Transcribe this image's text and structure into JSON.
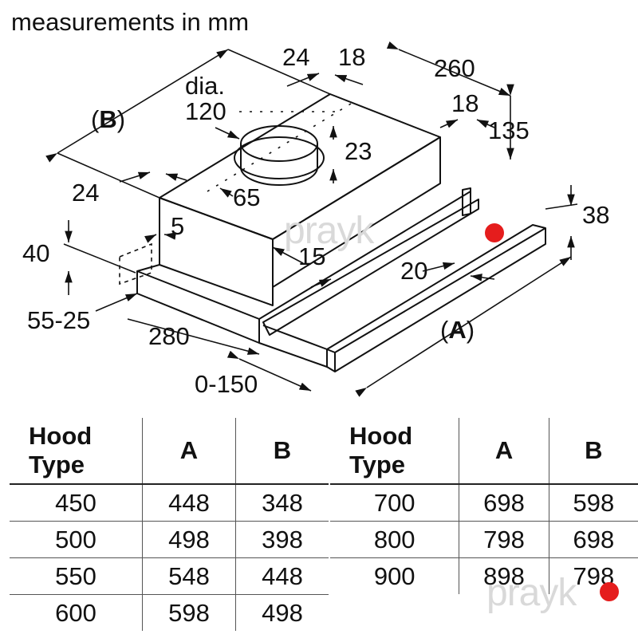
{
  "header": {
    "text": "measurements in mm"
  },
  "dimensions": {
    "d24_top": "24",
    "d18_top": "18",
    "d260": "260",
    "dia_word": "dia.",
    "dia_value": "120",
    "d18_right": "18",
    "d135": "135",
    "d23": "23",
    "d24_left": "24",
    "d65": "65",
    "d5": "5",
    "d38": "38",
    "d40": "40",
    "d15": "15",
    "d20": "20",
    "d55_25": "55-25",
    "d280": "280",
    "d0_150": "0-150",
    "label_A": "A",
    "label_B": "B"
  },
  "tables": [
    {
      "headers": [
        "Hood\nType",
        "A",
        "B"
      ],
      "rows": [
        [
          "450",
          "448",
          "348"
        ],
        [
          "500",
          "498",
          "398"
        ],
        [
          "550",
          "548",
          "448"
        ],
        [
          "600",
          "598",
          "498"
        ]
      ]
    },
    {
      "headers": [
        "Hood\nType",
        "A",
        "B"
      ],
      "rows": [
        [
          "700",
          "698",
          "598"
        ],
        [
          "800",
          "798",
          "698"
        ],
        [
          "900",
          "898",
          "798"
        ]
      ]
    }
  ],
  "watermark": {
    "text": "prayk",
    "dot_color": "#e51d1d"
  }
}
